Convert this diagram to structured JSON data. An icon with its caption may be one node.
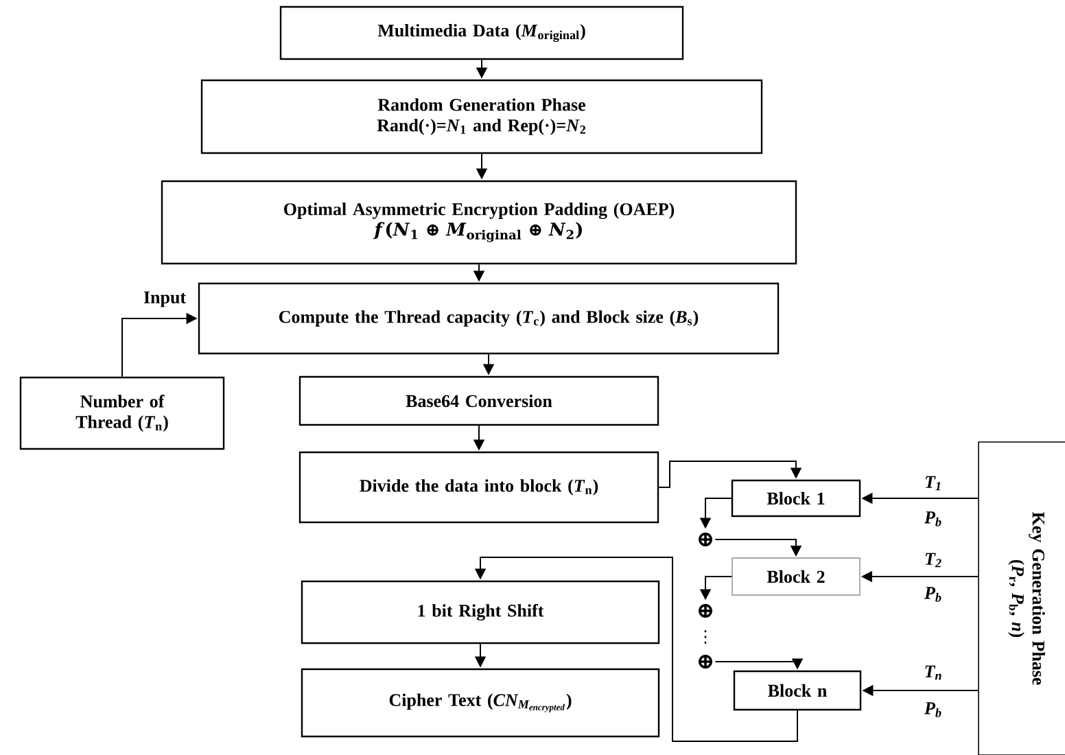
{
  "diagram": {
    "nodes": [
      {
        "text": [
          "Multimedia Data (*M*$_{original}$)"
        ]
      },
      {
        "text": [
          "Random Generation Phase",
          "Rand(·)=*N*$_{1}$ and Rep(·)=*N*$_{2}$"
        ]
      },
      {
        "text": [
          "Optimal Asymmetric Encryption Padding (OAEP)",
          "*f*(*N*$_{1}$ ⊕ *M*$_{original}$ ⊕ *N*$_{2}$)"
        ]
      },
      {
        "text": [
          "Compute the Thread capacity (*T*$_{c}$) and Block size (*B*$_{s}$)"
        ]
      },
      {
        "text": [
          "Number of Thread (*T*$_{n}$)"
        ]
      },
      {
        "text": [
          "Base64 Conversion"
        ]
      },
      {
        "text": [
          "Divide the data into block (*T*$_{n}$)"
        ]
      },
      {
        "text": [
          "Block 1"
        ]
      },
      {
        "text": [
          "Block 2"
        ]
      },
      {
        "text": [
          "Block n"
        ]
      },
      {
        "text": [
          "Key Generation Phase",
          "(*P*$_{r}$, *P*$_{b}$, *n*)"
        ]
      },
      {
        "text": [
          "1 bit Right Shift"
        ]
      },
      {
        "text": [
          "\\text{Cipher Text (}\\textit{CN}_{\\textit{M}_{\\textit{encrypted}}}\\text{)}"
        ]
      },
      {
        "text": [
          "⊕"
        ]
      },
      {
        "text": [
          "⊕"
        ]
      },
      {
        "text": [
          "⊕"
        ]
      }
    ],
    "edges": [
      {
        "from": 0,
        "to": 1,
        "arrow": "to"
      },
      {
        "from": 1,
        "to": 2,
        "arrow": "to"
      },
      {
        "from": 2,
        "to": 3,
        "arrow": "to"
      },
      {
        "from": 4,
        "to": 3,
        "arrow": "to",
        "label": "Input"
      },
      {
        "from": 3,
        "to": 5,
        "arrow": "to"
      },
      {
        "from": 5,
        "to": 6,
        "arrow": "to"
      },
      {
        "from": 6,
        "to": 7,
        "arrow": "to"
      },
      {
        "from": 10,
        "to": 7,
        "arrow": "to",
        "label": "T$_{1}$"
      },
      {
        "from": 7,
        "to": 13,
        "arrow": "to"
      },
      {
        "from": 13,
        "to": 8,
        "arrow": "to"
      },
      {
        "from": 10,
        "to": 8,
        "arrow": "to",
        "label": "T$_{2}$"
      },
      {
        "from": 8,
        "to": 14,
        "arrow": "to"
      },
      {
        "from": 15,
        "to": 9,
        "arrow": "to"
      },
      {
        "from": 10,
        "to": 9,
        "arrow": "to",
        "label": "T$_{n}$"
      },
      {
        "from": 9,
        "to": 11,
        "arrow": "to"
      },
      {
        "from": 11,
        "to": 12,
        "arrow": "to"
      }
    ],
    "labels": [
      "P$_{b}$",
      "P$_{b}$",
      "⋮",
      "P$_{b}$"
    ]
  }
}
